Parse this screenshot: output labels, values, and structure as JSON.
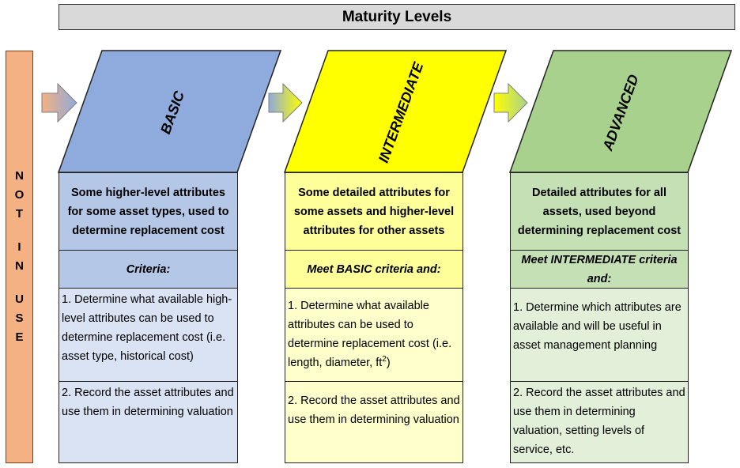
{
  "title": "Maturity Levels",
  "not_in_use": [
    "N",
    "O",
    "T",
    "",
    "I",
    "N",
    "",
    "U",
    "S",
    "E"
  ],
  "colors": {
    "basic": "#8faadc",
    "basic_light": "#b4c7e7",
    "basic_pale": "#dae3f3",
    "intermediate": "#ffff00",
    "intermediate_light": "#ffff99",
    "intermediate_pale": "#ffffcc",
    "advanced": "#a9d18e",
    "advanced_light": "#c5e0b4",
    "advanced_pale": "#e2f0d9",
    "not_in_use": "#f4b183"
  },
  "levels": [
    {
      "name": "BASIC",
      "description": "Some higher-level attributes for some asset types, used to determine replacement cost",
      "criteria": "Criteria:",
      "step1": "1. Determine what available high-level attributes can be used to determine replacement cost (i.e. asset type, historical cost)",
      "step2": "2. Record the asset attributes and use them in determining valuation"
    },
    {
      "name": "INTERMEDIATE",
      "description": "Some detailed attributes for some assets and higher-level attributes for other assets",
      "criteria": "Meet BASIC criteria and:",
      "step1": "1. Determine what available attributes can be used to determine replacement cost (i.e. length, diameter, ft",
      "step1_sup": "2",
      "step1_end": ")",
      "step2": "2. Record the asset attributes and use them in determining valuation"
    },
    {
      "name": "ADVANCED",
      "description": "Detailed attributes for all assets, used beyond determining replacement cost",
      "criteria": "Meet INTERMEDIATE criteria and:",
      "step1": "1. Determine which attributes are available and will be useful in asset management planning",
      "step2": "2. Record the asset attributes and use them in determining valuation, setting levels of service, etc."
    }
  ]
}
